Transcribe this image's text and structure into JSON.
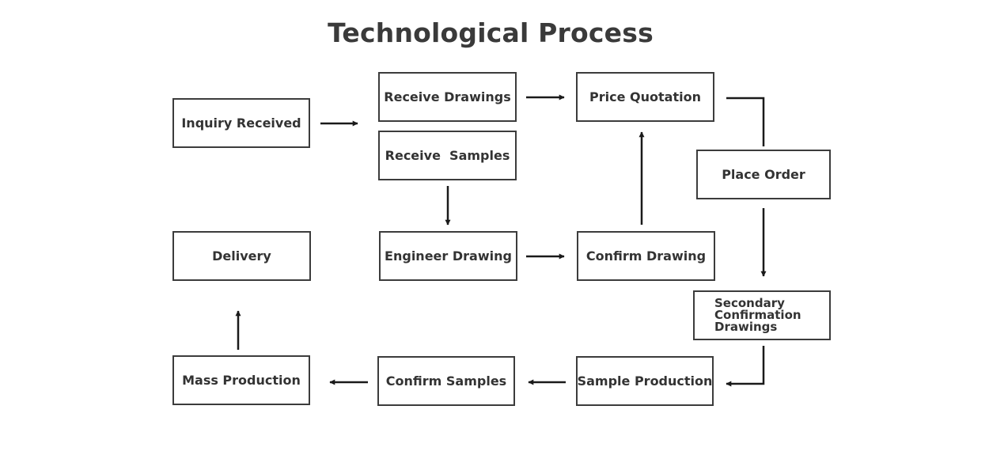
{
  "diagram": {
    "title": "Technological Process",
    "stroke_color": "#1a1a1a",
    "nodes": {
      "inquiry_received": "Inquiry Received",
      "receive_drawings": "Receive Drawings",
      "receive_samples": "Receive  Samples",
      "price_quotation": "Price Quotation",
      "place_order": "Place Order",
      "engineer_drawing": "Engineer Drawing",
      "confirm_drawing": "Confirm Drawing",
      "delivery": "Delivery",
      "secondary_confirmation_line1": "Secondary",
      "secondary_confirmation_line2": "Confirmation",
      "secondary_confirmation_line3": "Drawings",
      "mass_production": "Mass Production",
      "confirm_samples": "Confirm Samples",
      "sample_production": "Sample Production"
    },
    "edges": [
      {
        "from": "Inquiry Received",
        "to": "Receive Drawings"
      },
      {
        "from": "Receive Drawings",
        "to": "Price Quotation"
      },
      {
        "from": "Price Quotation",
        "to": "Place Order"
      },
      {
        "from": "Receive  Samples",
        "to": "Engineer Drawing"
      },
      {
        "from": "Engineer Drawing",
        "to": "Confirm Drawing"
      },
      {
        "from": "Confirm Drawing",
        "to": "Price Quotation"
      },
      {
        "from": "Place Order",
        "to": "Secondary Confirmation Drawings"
      },
      {
        "from": "Secondary Confirmation Drawings",
        "to": "Sample Production"
      },
      {
        "from": "Sample Production",
        "to": "Confirm Samples"
      },
      {
        "from": "Confirm Samples",
        "to": "Mass Production"
      },
      {
        "from": "Mass Production",
        "to": "Delivery"
      }
    ]
  }
}
